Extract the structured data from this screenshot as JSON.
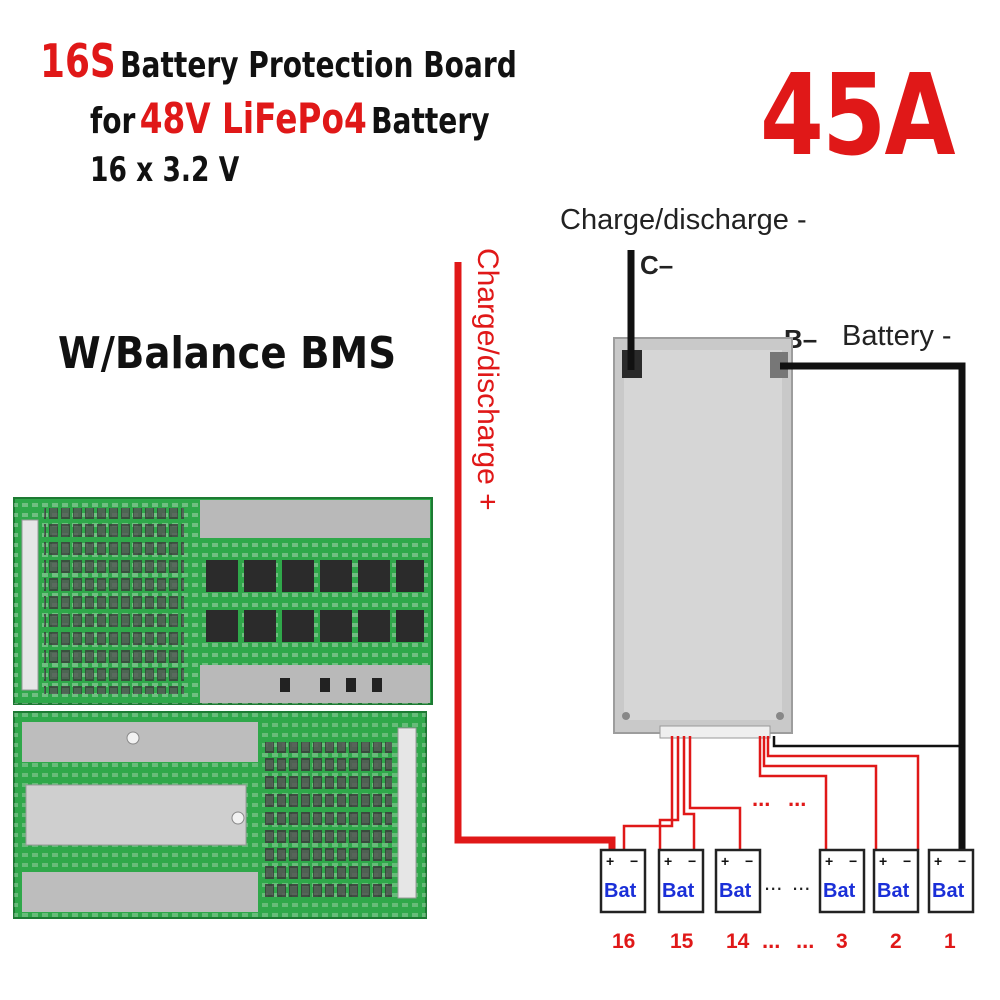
{
  "header": {
    "line1_prefix": "16S",
    "line1_rest": "Battery Protection Board",
    "line2_prefix": "for",
    "line2_highlight": "48V LiFePo4",
    "line2_rest": "Battery",
    "line3": "16 x 3.2 V"
  },
  "current_rating": "45A",
  "feature_label": "W/Balance BMS",
  "wiring": {
    "charge_discharge_minus": "Charge/discharge -",
    "c_minus": "C–",
    "b_minus": "B–",
    "battery_minus": "Battery -",
    "charge_discharge_plus": "Charge/discharge +",
    "cell_label": "Bat",
    "cell_numbers": [
      "16",
      "15",
      "14",
      "3",
      "2",
      "1"
    ],
    "ellipsis": "..."
  },
  "colors": {
    "accent_red": "#e01818",
    "pcb_green": "#2fa84a",
    "bms_silver": "#c9c9c9",
    "bat_blue": "#1a2fd8"
  }
}
